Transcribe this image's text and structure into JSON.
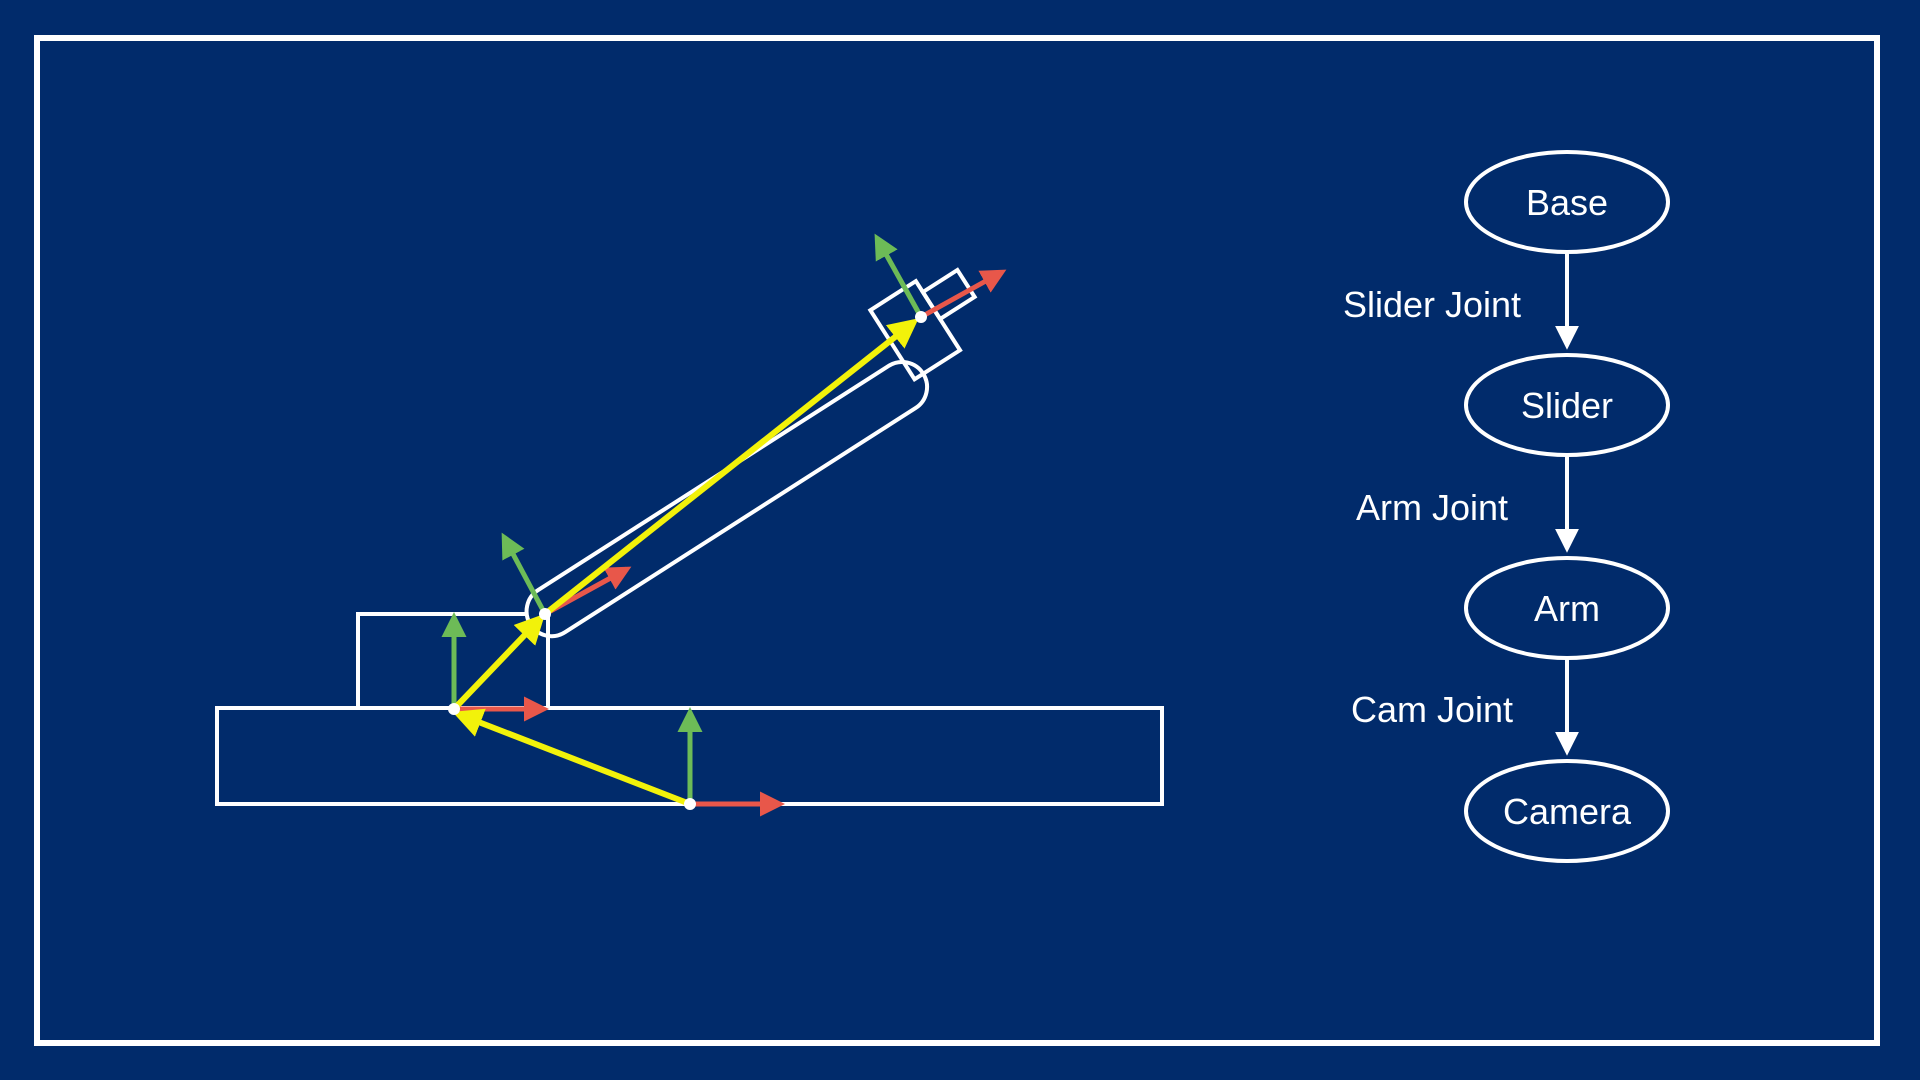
{
  "colors": {
    "background": "#012b6b",
    "line": "#ffffff",
    "x_axis": "#e8574a",
    "y_axis": "#6dbb57",
    "transform": "#f2f20a"
  },
  "tree": {
    "nodes": [
      {
        "id": "base",
        "label": "Base"
      },
      {
        "id": "slider",
        "label": "Slider"
      },
      {
        "id": "arm",
        "label": "Arm"
      },
      {
        "id": "camera",
        "label": "Camera"
      }
    ],
    "edges": [
      {
        "from": "base",
        "to": "slider",
        "label": "Slider Joint"
      },
      {
        "from": "slider",
        "to": "arm",
        "label": "Arm Joint"
      },
      {
        "from": "arm",
        "to": "camera",
        "label": "Cam Joint"
      }
    ]
  }
}
